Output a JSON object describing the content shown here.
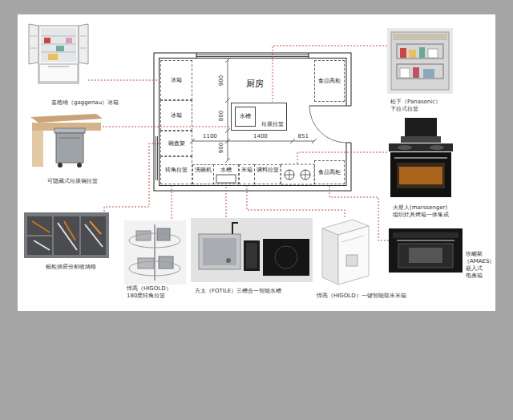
{
  "diagram": {
    "nodes": [
      {
        "text": [
          "厨房"
        ]
      },
      {
        "text": [
          "冰箱"
        ],
        "in": 0
      },
      {
        "text": [
          "食品高柜"
        ],
        "in": 0
      },
      {
        "text": [
          "冰箱"
        ],
        "in": 0
      },
      {
        "text": [
          "垃圾拉篮"
        ],
        "in": 0
      },
      {
        "text": [
          "水槽"
        ],
        "in": 4
      },
      {
        "text": [
          "碗盘架"
        ],
        "in": 0
      },
      {
        "text": [
          "转角拉篮"
        ],
        "in": 0
      },
      {
        "text": [
          "洗碗机"
        ],
        "in": 0
      },
      {
        "text": [
          "水槽"
        ],
        "in": 0
      },
      {
        "text": [
          "米箱"
        ],
        "in": 0
      },
      {
        "text": [
          "调料拉篮"
        ],
        "in": 0
      },
      {
        "text": [
          "食品高柜"
        ],
        "in": 0
      }
    ],
    "labels": [
      "900",
      "800",
      "900",
      "1100",
      "1400",
      "851",
      "嘉格纳（gaggenau）冰箱",
      "可隐藏式垃圾铜拉篮",
      "橱柜抽屉分割收纳格",
      "悍高（HIGOLD）",
      "180度转角拉篮",
      "方太（FOTILE）三槽合一智能水槽",
      "悍高（HIGOLD）一键智能取米米箱",
      "松下（Panasonic）",
      "下拉式拉篮",
      "火星人(marssenger)",
      "组织灶具烤箱一体集成",
      "玫畹斯",
      "（AMAES）",
      "嵌入式",
      "电蒸箱"
    ]
  }
}
